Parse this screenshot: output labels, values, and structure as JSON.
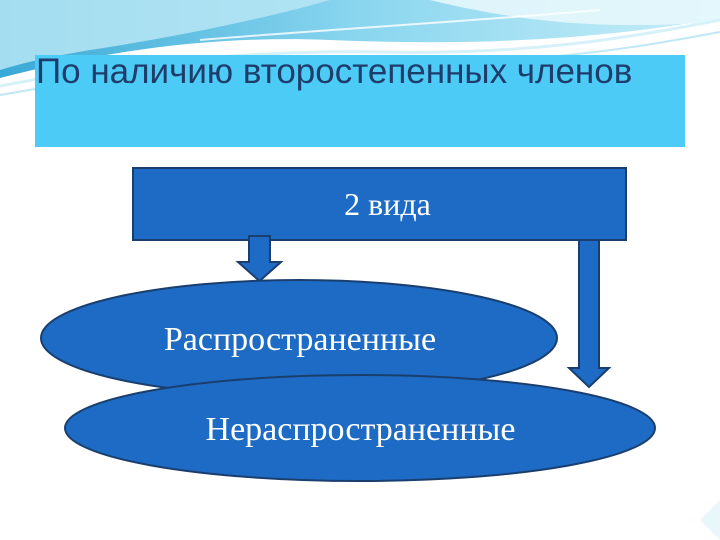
{
  "slide": {
    "title": "По наличию второстепенных членов"
  },
  "diagram": {
    "root": {
      "label": "2 вида"
    },
    "nodes": [
      {
        "label": "Распространенные"
      },
      {
        "label": "Нераспространенные"
      }
    ]
  },
  "colors": {
    "title_band": "#4dcbf7",
    "title_text": "#1f3d6b",
    "shape_fill": "#1d6bc4",
    "shape_border": "#1a3f6f",
    "wave_light": "#9fdcf0",
    "wave_mid": "#4fb8de"
  }
}
